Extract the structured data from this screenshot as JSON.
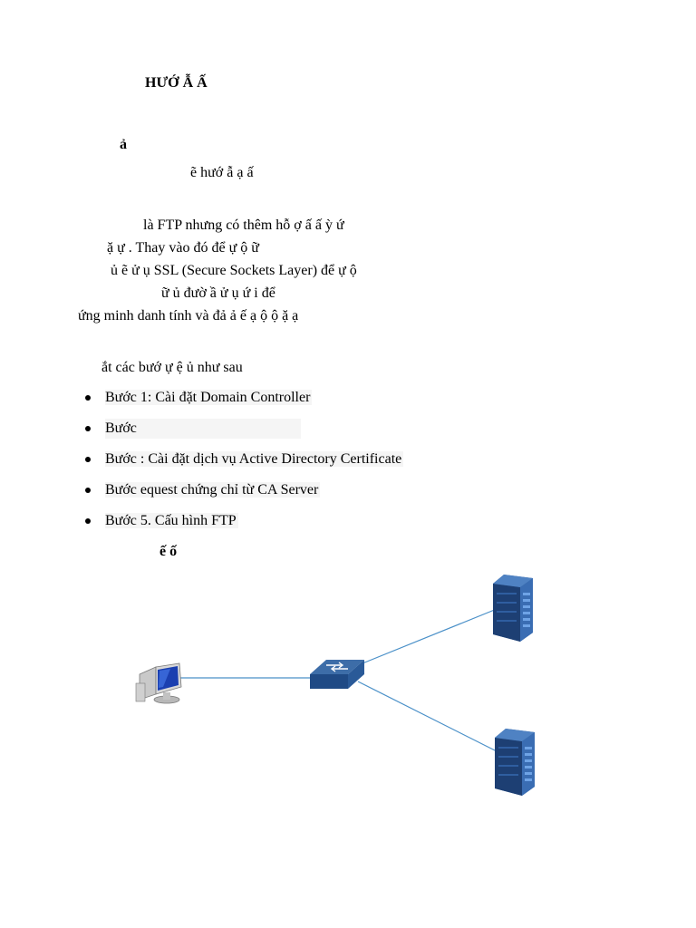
{
  "doc": {
    "title": "HƯỚ        Ẫ      Ấ",
    "section_heading": "ả",
    "intro_line": "ẽ hướ       ẫ           ạ                     ấ",
    "para": [
      "là FTP nhưng có thêm hỗ   ợ                                   ấ    ấ    ỳ            ứ",
      "ặ              ự        . Thay vào đó để          ự         ộ                          ữ",
      "ủ                                      ẽ  ử   ụ    SSL (Secure Sockets Layer) để          ự        ộ",
      "ữ                                        ủ  đườ       ầ                          ử   ụ        ứ        i để",
      "ứng minh danh tính và đả       ả                                           ế            ạ       ộ    ộ     ặ      ạ"
    ],
    "steps_intro": "ắt các bướ      ự       ệ       ủ                như sau",
    "steps": [
      "Bước 1: Cài đặt Domain Controller",
      "Bước",
      "Bước   : Cài đặt dịch vụ Active Directory Certificate",
      "Bước        equest chứng chỉ từ CA Server",
      "Bước 5. Cấu hình FTP"
    ],
    "diagram_heading": "ế    ố"
  },
  "colors": {
    "link_line": "#4a90c8",
    "server_dark": "#1d3f73",
    "server_light": "#4f82c3",
    "switch_top": "#3d6da8",
    "switch_side": "#1f4a85"
  },
  "icons": [
    "client-computer-icon",
    "network-switch-icon",
    "server-icon"
  ]
}
